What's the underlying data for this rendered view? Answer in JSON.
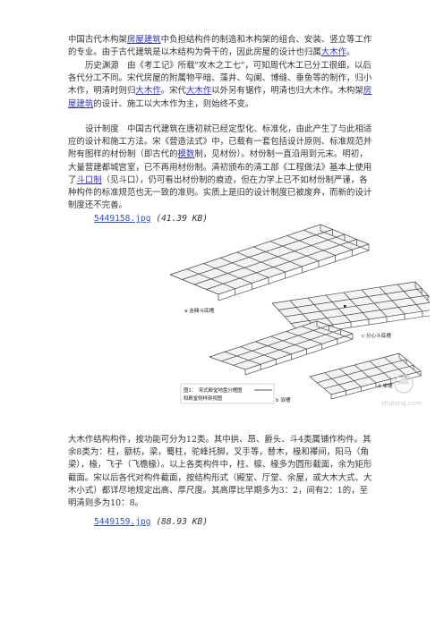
{
  "intro": {
    "t1": "中国古代木构架",
    "l1": "房屋建筑",
    "t2": "中负担结构件的制造和木构架的组合、安装、竖立等工作的专业。由于古代建筑是以木结构为骨干的，因此房屋的设计也归属",
    "l2": "大木作",
    "t3": "。"
  },
  "history": {
    "t1": "历史渊源　由《考工记》所载\"攻木之工七\"，可知周代木工已分工很细，以后各代分工不同。宋代房屋的附属物平暗、藻井、勾阑、博缝、垂鱼等的制作，归小木作，明清时则归",
    "l1": "大木作",
    "t2": "。宋代",
    "l2": "大木作",
    "t3": "以外另有锯作，明清也归大木作。木构架",
    "l3": "房屋建筑",
    "t4": "的设计、施工以大木作为主，则始终不变。"
  },
  "design": {
    "t1": "设计制度　中国古代建筑在唐初就已经定型化、标准化，由此产生了与此相适应的设计和施工方法。宋《营造法式》中，已载有一套包括设计原则、标准规范并附有图样的材份制（即古代的",
    "l1": "模数",
    "t2": "制，见材份）。材份制一直沿用到元末。明初，大量营建都城宫室，已不再用材份制。清初颁布的清工部《工程做法》基本上使用了",
    "l2": "斗口制",
    "t3": "（见斗口），仍可看出材份制的痕迹，但在力学上已不如材份制严谨，各种构件的标准规范也无一致的准则。实质上是旧的设计制度已被废弃，而新的设计制度还不完善。"
  },
  "file1": {
    "name": "5449158.jpg",
    "size": "(41.39 KB)"
  },
  "figure": {
    "label_a": "a 金厢斗底槽",
    "label_b": "b 双槽",
    "label_c": "c 分心斗底槽",
    "label_d": "d 单槽",
    "caption_1": "图1：　宋式殿堂地盘分槽图",
    "caption_2": "和殿堂侧样剖视图",
    "watermark": "zhulong.com"
  },
  "structure": {
    "t1": "大木作结构构件，按功能可分为12类。其中拱、昂、爵头、斗4类属铺作构件。其余8类为：柱，额枋，梁，蜀柱，驼峰托脚，叉手等，替木，椽和襻间，阳马（角梁），椽，飞子（飞檐椽）。以上各类构件中，柱、檩、椽多为圆形截面，余为矩形截面。宋以后各代对构件截面，按结构形式（殿堂、厅堂、余屋，或大木大式、大木小式）都详尽地规定出高、厚尺度。其高厚比早期多为3：2，间有2：1的，至明清则多为10：8。"
  },
  "file2": {
    "name": "5449159.jpg",
    "size": "(88.93 KB)"
  }
}
